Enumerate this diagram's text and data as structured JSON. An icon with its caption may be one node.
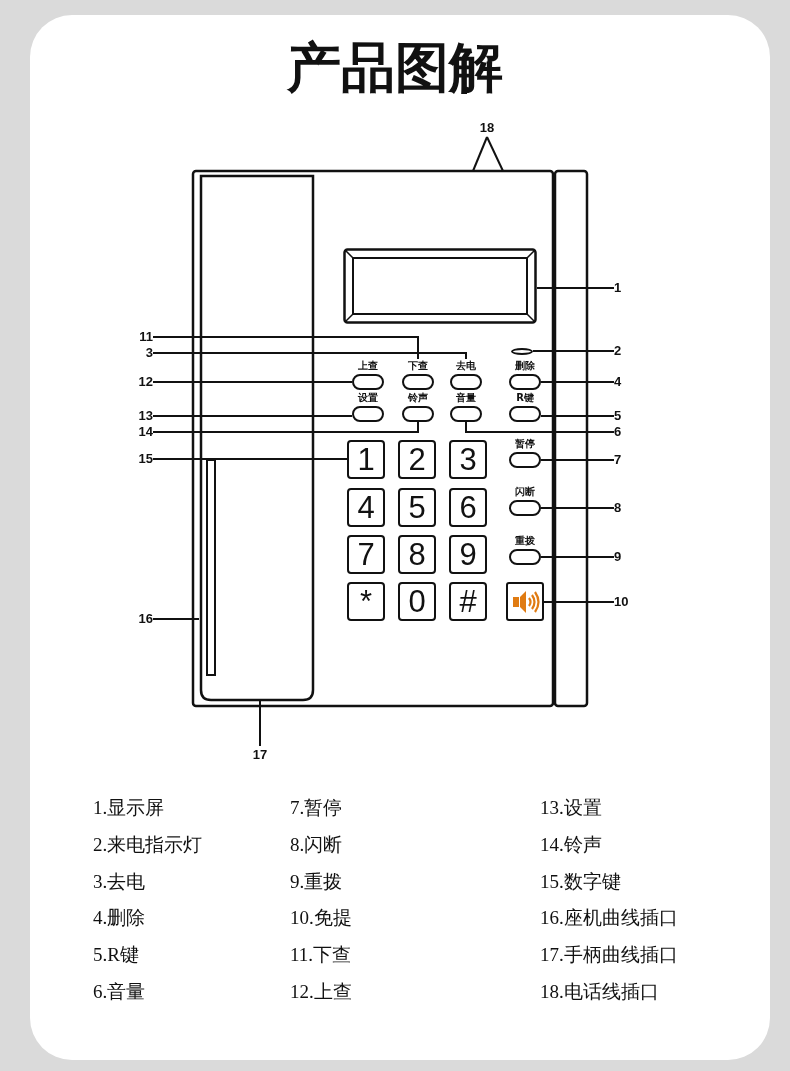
{
  "diagram": {
    "title": "产品图解",
    "nodes": [
      {
        "text": [],
        "shape": "box"
      },
      {
        "text": [],
        "shape": "circle"
      },
      {
        "text": [
          "上查"
        ]
      },
      {
        "text": [
          "下查"
        ]
      },
      {
        "text": [
          "去电"
        ]
      },
      {
        "text": [
          "删除"
        ]
      },
      {
        "text": [
          "设置"
        ]
      },
      {
        "text": [
          "铃声"
        ]
      },
      {
        "text": [
          "音量"
        ]
      },
      {
        "text": [
          "R键"
        ]
      },
      {
        "text": [
          "暂停"
        ]
      },
      {
        "text": [
          "闪断"
        ]
      },
      {
        "text": [
          "重拨"
        ]
      },
      {
        "text": [
          "1"
        ]
      },
      {
        "text": [
          "2"
        ]
      },
      {
        "text": [
          "3"
        ]
      },
      {
        "text": [
          "4"
        ]
      },
      {
        "text": [
          "5"
        ]
      },
      {
        "text": [
          "6"
        ]
      },
      {
        "text": [
          "7"
        ]
      },
      {
        "text": [
          "8"
        ]
      },
      {
        "text": [
          "9"
        ]
      },
      {
        "text": [
          "*"
        ]
      },
      {
        "text": [
          "0"
        ]
      },
      {
        "text": [
          "#"
        ]
      },
      {
        "text": [],
        "shape": "box"
      },
      {
        "text": [
          "1"
        ]
      },
      {
        "text": [
          "2"
        ]
      },
      {
        "text": [
          "3"
        ]
      },
      {
        "text": [
          "4"
        ]
      },
      {
        "text": [
          "5"
        ]
      },
      {
        "text": [
          "6"
        ]
      },
      {
        "text": [
          "7"
        ]
      },
      {
        "text": [
          "8"
        ]
      },
      {
        "text": [
          "9"
        ]
      },
      {
        "text": [
          "10"
        ]
      },
      {
        "text": [
          "11"
        ]
      },
      {
        "text": [
          "12"
        ]
      },
      {
        "text": [
          "13"
        ]
      },
      {
        "text": [
          "14"
        ]
      },
      {
        "text": [
          "15"
        ]
      },
      {
        "text": [
          "16"
        ]
      },
      {
        "text": [
          "17"
        ]
      },
      {
        "text": [
          "18"
        ]
      }
    ],
    "edges": [
      {
        "from": 26,
        "to": 0,
        "arrow": "none"
      },
      {
        "from": 27,
        "to": 1,
        "arrow": "none"
      },
      {
        "from": 28,
        "to": 4,
        "arrow": "none"
      },
      {
        "from": 29,
        "to": 5,
        "arrow": "none"
      },
      {
        "from": 30,
        "to": 9,
        "arrow": "none"
      },
      {
        "from": 31,
        "to": 8,
        "arrow": "none"
      },
      {
        "from": 32,
        "to": 10,
        "arrow": "none"
      },
      {
        "from": 33,
        "to": 11,
        "arrow": "none"
      },
      {
        "from": 34,
        "to": 12,
        "arrow": "none"
      },
      {
        "from": 35,
        "to": 25,
        "arrow": "none"
      },
      {
        "from": 36,
        "to": 3,
        "arrow": "none"
      },
      {
        "from": 37,
        "to": 2,
        "arrow": "none"
      },
      {
        "from": 38,
        "to": 6,
        "arrow": "none"
      },
      {
        "from": 39,
        "to": 7,
        "arrow": "none"
      },
      {
        "from": 40,
        "to": 13,
        "arrow": "none"
      },
      {
        "from": 41,
        "to": null,
        "arrow": "none"
      },
      {
        "from": 42,
        "to": null,
        "arrow": "none"
      },
      {
        "from": 43,
        "to": null,
        "arrow": "none"
      },
      {
        "from": 43,
        "to": null,
        "arrow": "none"
      }
    ],
    "labels": [
      "1.显示屏",
      "7.暂停",
      "13.设置",
      "2.来电指示灯",
      "8.闪断",
      "14.铃声",
      "3.去电",
      "9.重拨",
      "15.数字键",
      "4.删除",
      "10.免提",
      "16.座机曲线插口",
      "5.R键",
      "11.下查",
      "17.手柄曲线插口",
      "6.音量",
      "12.上查",
      "18.电话线插口"
    ]
  }
}
